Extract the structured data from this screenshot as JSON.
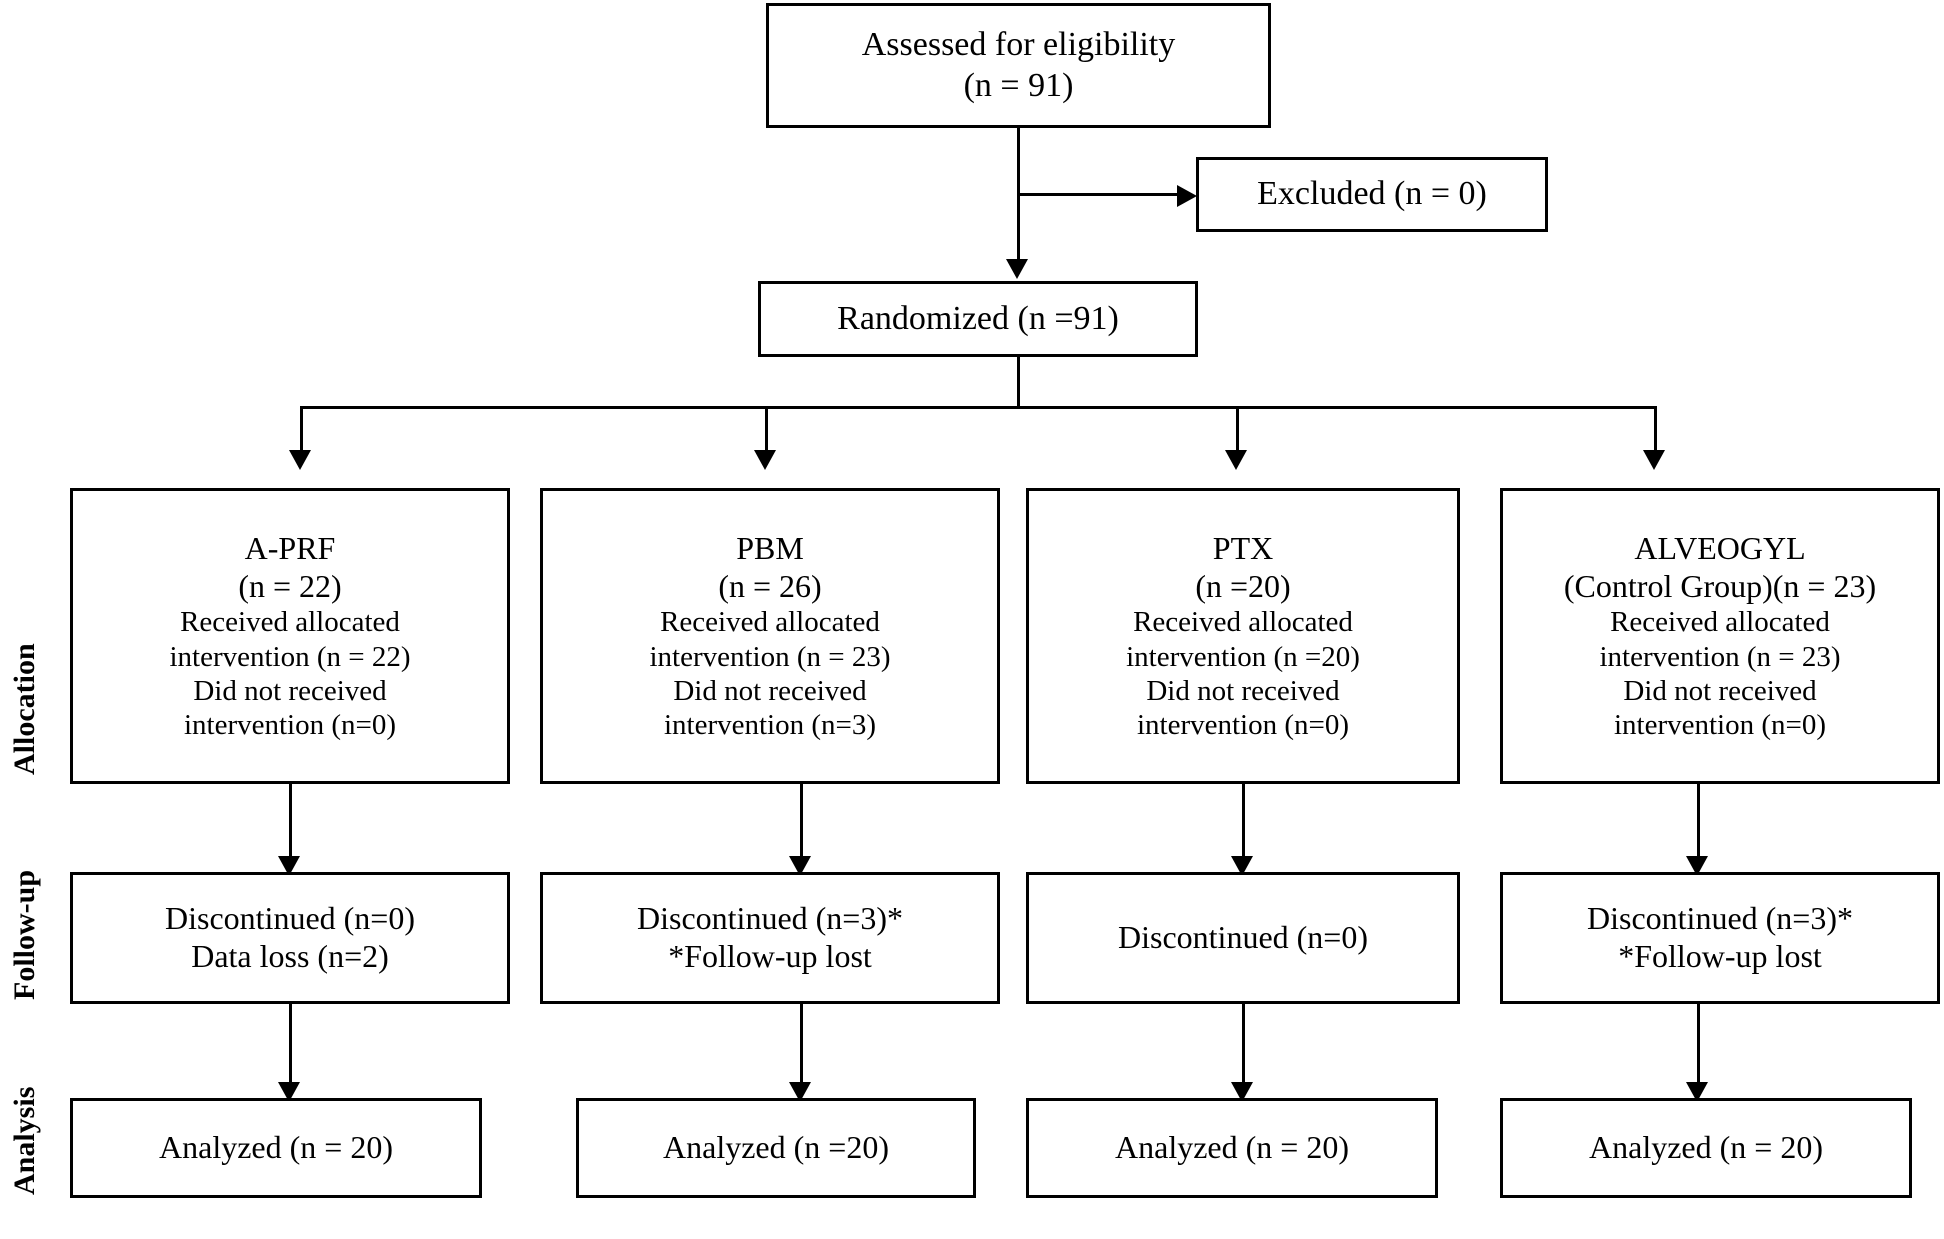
{
  "diagram": {
    "type": "consort-flow-diagram",
    "stage_labels": [
      {
        "key": "allocation",
        "text": "Allocation"
      },
      {
        "key": "followup",
        "text": "Follow-up"
      },
      {
        "key": "analysis",
        "text": "Analysis"
      }
    ],
    "enrollment": {
      "assessed": {
        "line1": "Assessed for eligibility",
        "line2": "(n = 91)"
      },
      "excluded": {
        "line1": "Excluded (n = 0)"
      },
      "randomized": {
        "line1": "Randomized (n =91)"
      }
    },
    "arms": [
      {
        "id": "a-prf",
        "allocation": {
          "name": "A-PRF",
          "count": "(n = 22)",
          "received_l1": "Received allocated",
          "received_l2": "intervention (n = 22)",
          "notreceived_l1": "Did not received",
          "notreceived_l2": "intervention (n=0)"
        },
        "followup": {
          "line1": "Discontinued (n=0)",
          "line2": "Data loss (n=2)"
        },
        "analysis": {
          "line1": "Analyzed (n = 20)"
        }
      },
      {
        "id": "pbm",
        "allocation": {
          "name": "PBM",
          "count": "(n = 26)",
          "received_l1": "Received allocated",
          "received_l2": "intervention (n = 23)",
          "notreceived_l1": "Did not received",
          "notreceived_l2": "intervention (n=3)"
        },
        "followup": {
          "line1": "Discontinued (n=3)*",
          "line2": "*Follow-up lost"
        },
        "analysis": {
          "line1": "Analyzed (n =20)"
        }
      },
      {
        "id": "ptx",
        "allocation": {
          "name": "PTX",
          "count": "(n =20)",
          "received_l1": "Received allocated",
          "received_l2": "intervention (n =20)",
          "notreceived_l1": "Did not received",
          "notreceived_l2": "intervention (n=0)"
        },
        "followup": {
          "line1": "Discontinued (n=0)",
          "line2": ""
        },
        "analysis": {
          "line1": "Analyzed (n = 20)"
        }
      },
      {
        "id": "alveogyl",
        "allocation": {
          "name": "ALVEOGYL",
          "count": "(Control Group)(n = 23)",
          "received_l1": "Received allocated",
          "received_l2": "intervention (n = 23)",
          "notreceived_l1": "Did not received",
          "notreceived_l2": "intervention (n=0)"
        },
        "followup": {
          "line1": "Discontinued (n=3)*",
          "line2": "*Follow-up lost"
        },
        "analysis": {
          "line1": "Analyzed (n = 20)"
        }
      }
    ]
  }
}
